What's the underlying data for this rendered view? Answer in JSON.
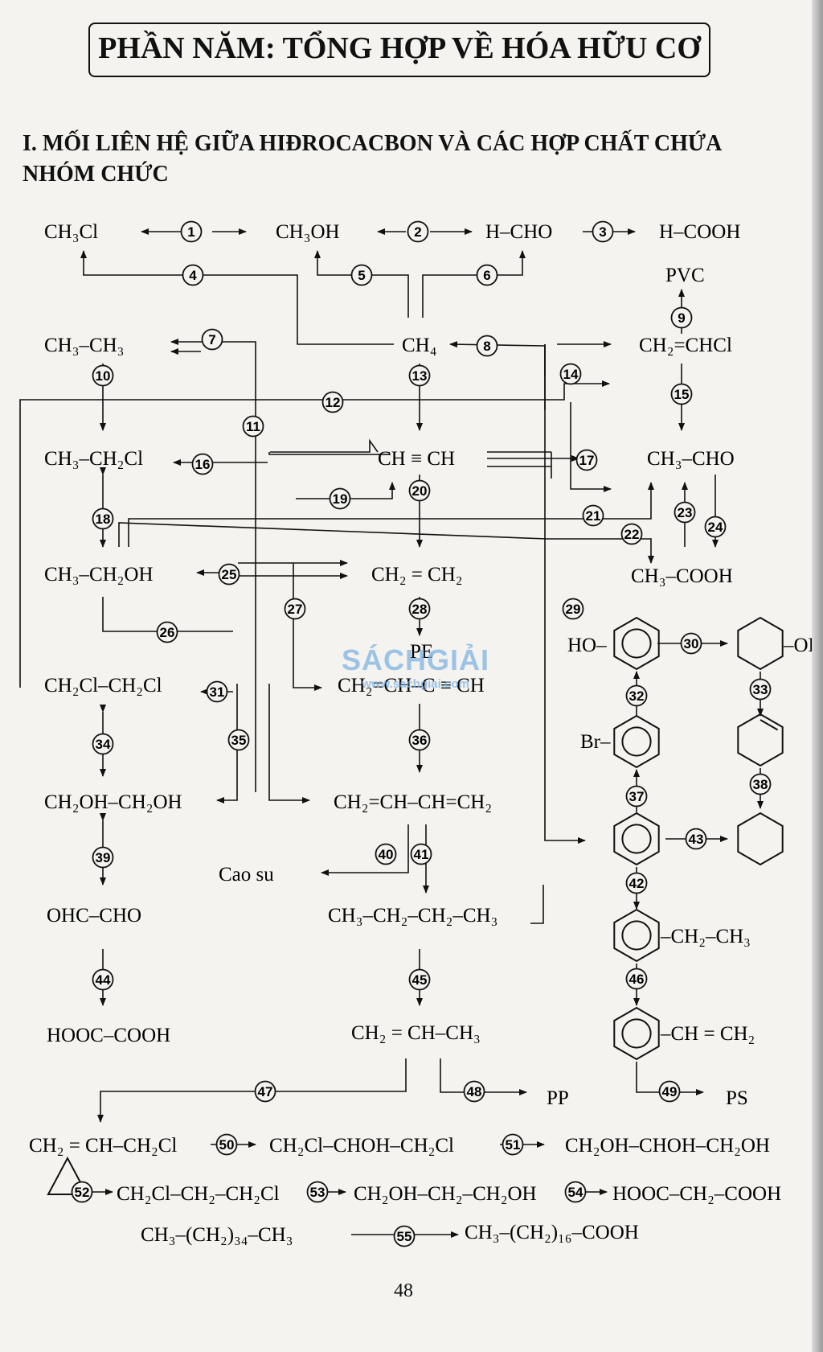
{
  "page": {
    "title": "PHẦN NĂM: TỔNG HỢP VỀ HÓA HỮU CƠ",
    "section_heading": "I. MỐI LIÊN HỆ GIỮA HIĐROCACBON VÀ CÁC HỢP CHẤT CHỨA NHÓM CHỨC",
    "page_number": "48",
    "watermark": {
      "logo": "SÁCHGIẢI",
      "url": "www.sachgiai.com"
    }
  },
  "compounds": [
    {
      "id": "ch3cl",
      "label": "CH₃Cl"
    },
    {
      "id": "ch3oh",
      "label": "CH₃OH"
    },
    {
      "id": "hcho",
      "label": "H–CHO"
    },
    {
      "id": "hcooh",
      "label": "H–COOH"
    },
    {
      "id": "pvc",
      "label": "PVC"
    },
    {
      "id": "ethane",
      "label": "CH₃–CH₃"
    },
    {
      "id": "ch4",
      "label": "CH₄"
    },
    {
      "id": "vinyl-chloride",
      "label": "CH₂=CHCl"
    },
    {
      "id": "ethyl-chloride",
      "label": "CH₃–CH₂Cl"
    },
    {
      "id": "acetylene",
      "label": "CH ≡ CH"
    },
    {
      "id": "acetaldehyde",
      "label": "CH₃–CHO"
    },
    {
      "id": "ethanol",
      "label": "CH₃–CH₂OH"
    },
    {
      "id": "ethylene",
      "label": "CH₂ = CH₂"
    },
    {
      "id": "acetic-acid",
      "label": "CH₃–COOH"
    },
    {
      "id": "pe",
      "label": "PE"
    },
    {
      "id": "dichloroethane",
      "label": "CH₂Cl–CH₂Cl"
    },
    {
      "id": "vinylacetylene",
      "label": "CH₂=CH–C ≡ CH"
    },
    {
      "id": "ethylene-glycol",
      "label": "CH₂OH–CH₂OH"
    },
    {
      "id": "butadiene",
      "label": "CH₂=CH–CH=CH₂"
    },
    {
      "id": "rubber",
      "label": "Cao su"
    },
    {
      "id": "glyoxal",
      "label": "OHC–CHO"
    },
    {
      "id": "butane",
      "label": "CH₃–CH₂–CH₂–CH₃"
    },
    {
      "id": "oxalic-acid",
      "label": "HOOC–COOH"
    },
    {
      "id": "propene",
      "label": "CH₂ = CH–CH₃"
    },
    {
      "id": "pp",
      "label": "PP"
    },
    {
      "id": "ps",
      "label": "PS"
    },
    {
      "id": "allyl-chloride",
      "label": "CH₂ = CH–CH₂Cl"
    },
    {
      "id": "dichlorohydrin",
      "label": "CH₂Cl–CHOH–CH₂Cl"
    },
    {
      "id": "glycerol",
      "label": "CH₂OH–CHOH–CH₂OH"
    },
    {
      "id": "dichloropropane",
      "label": "CH₂Cl–CH₂–CH₂Cl"
    },
    {
      "id": "propanediol",
      "label": "CH₂OH–CH₂–CH₂OH"
    },
    {
      "id": "malonic-acid",
      "label": "HOOC–CH₂–COOH"
    },
    {
      "id": "hexatriacontane",
      "label": "CH₃–(CH₂)₃₄–CH₃"
    },
    {
      "id": "stearic-acid",
      "label": "CH₃–(CH₂)₁₆–COOH"
    },
    {
      "id": "phenol-prefix",
      "label": "HO–"
    },
    {
      "id": "cyclohexanol-suffix",
      "label": "–OH"
    },
    {
      "id": "bromobenzene-prefix",
      "label": "Br–"
    },
    {
      "id": "ethylbenzene-suffix",
      "label": "–CH₂–CH₃"
    },
    {
      "id": "styrene-suffix",
      "label": "–CH = CH₂"
    }
  ],
  "reactions": [
    "1",
    "2",
    "3",
    "4",
    "5",
    "6",
    "7",
    "8",
    "9",
    "10",
    "11",
    "12",
    "13",
    "14",
    "15",
    "16",
    "17",
    "18",
    "19",
    "20",
    "21",
    "22",
    "23",
    "24",
    "25",
    "26",
    "27",
    "28",
    "29",
    "30",
    "31",
    "32",
    "33",
    "34",
    "35",
    "36",
    "37",
    "38",
    "39",
    "40",
    "41",
    "42",
    "43",
    "44",
    "45",
    "46",
    "47",
    "48",
    "49",
    "50",
    "51",
    "52",
    "53",
    "54",
    "55"
  ]
}
